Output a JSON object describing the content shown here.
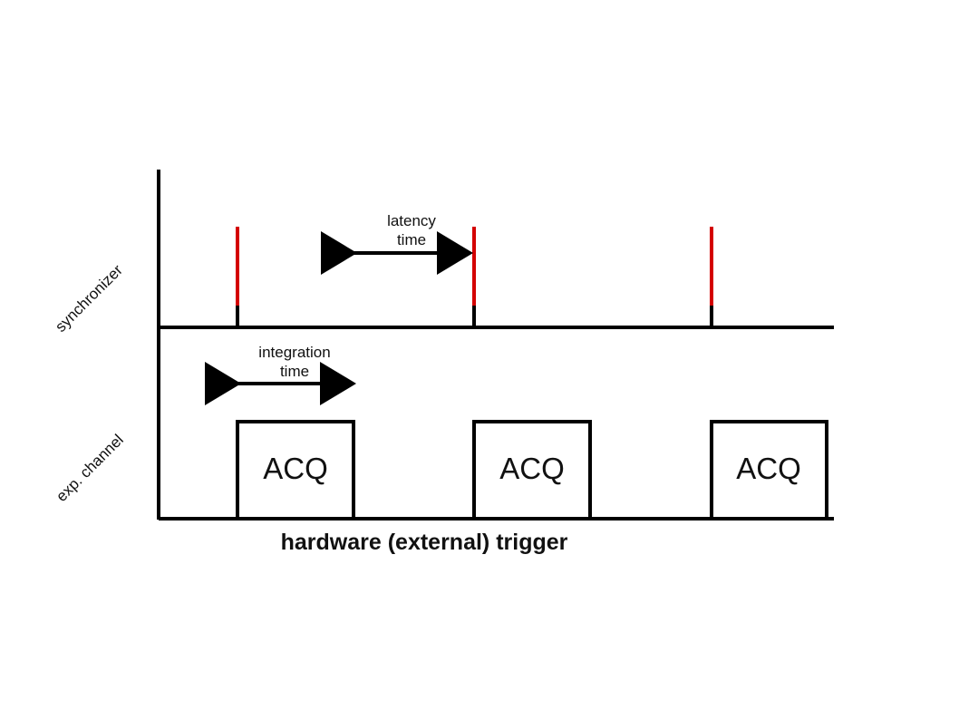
{
  "diagram": {
    "axis_labels": {
      "top": "synchronizer",
      "bottom": "exp. channel"
    },
    "annotations": {
      "latency_line_1": "latency",
      "latency_line_2": "time",
      "integration_line_1": "integration",
      "integration_line_2": "time"
    },
    "blocks": [
      {
        "label": "ACQ"
      },
      {
        "label": "ACQ"
      },
      {
        "label": "ACQ"
      }
    ],
    "title": "hardware (external) trigger",
    "colors": {
      "trigger_pulse": "#d40000",
      "line": "#000000"
    }
  }
}
